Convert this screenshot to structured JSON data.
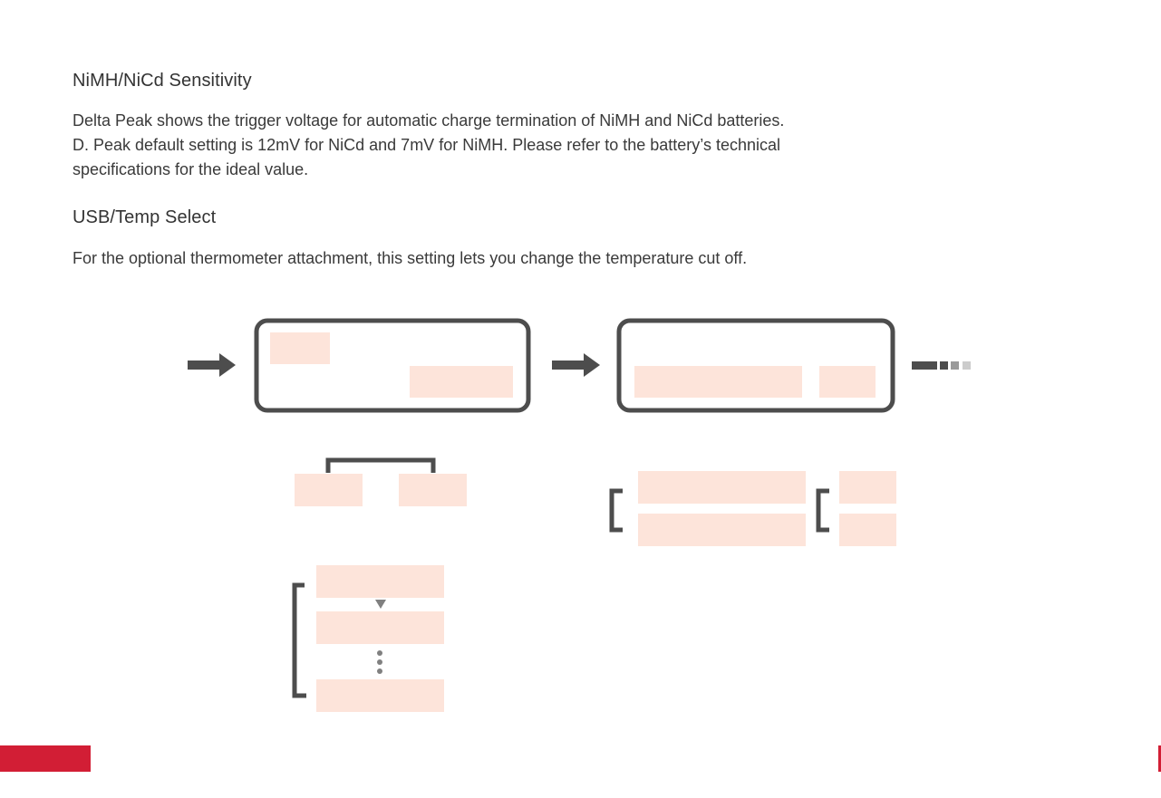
{
  "sections": [
    {
      "heading": "NiMH/NiCd Sensitivity",
      "lines": [
        "Delta Peak shows the trigger voltage for automatic charge termination of NiMH and NiCd batteries.",
        "D. Peak default setting is 12mV for NiCd and 7mV for NiMH. Please refer to the battery’s technical",
        "specifications for the ideal value."
      ]
    },
    {
      "heading": "USB/Temp Select",
      "lines": [
        "For the optional thermometer attachment, this setting lets you change the temperature cut off."
      ]
    }
  ],
  "colors": {
    "text": "#3a3a3a",
    "diagram_stroke": "#4d4d4d",
    "highlight": "#fde4da",
    "accent": "#d21e35"
  },
  "icons": [
    "arrow-right-icon",
    "arrow-right-icon",
    "continue-dashes-icon",
    "triangle-down-icon",
    "vertical-ellipsis-icon"
  ]
}
